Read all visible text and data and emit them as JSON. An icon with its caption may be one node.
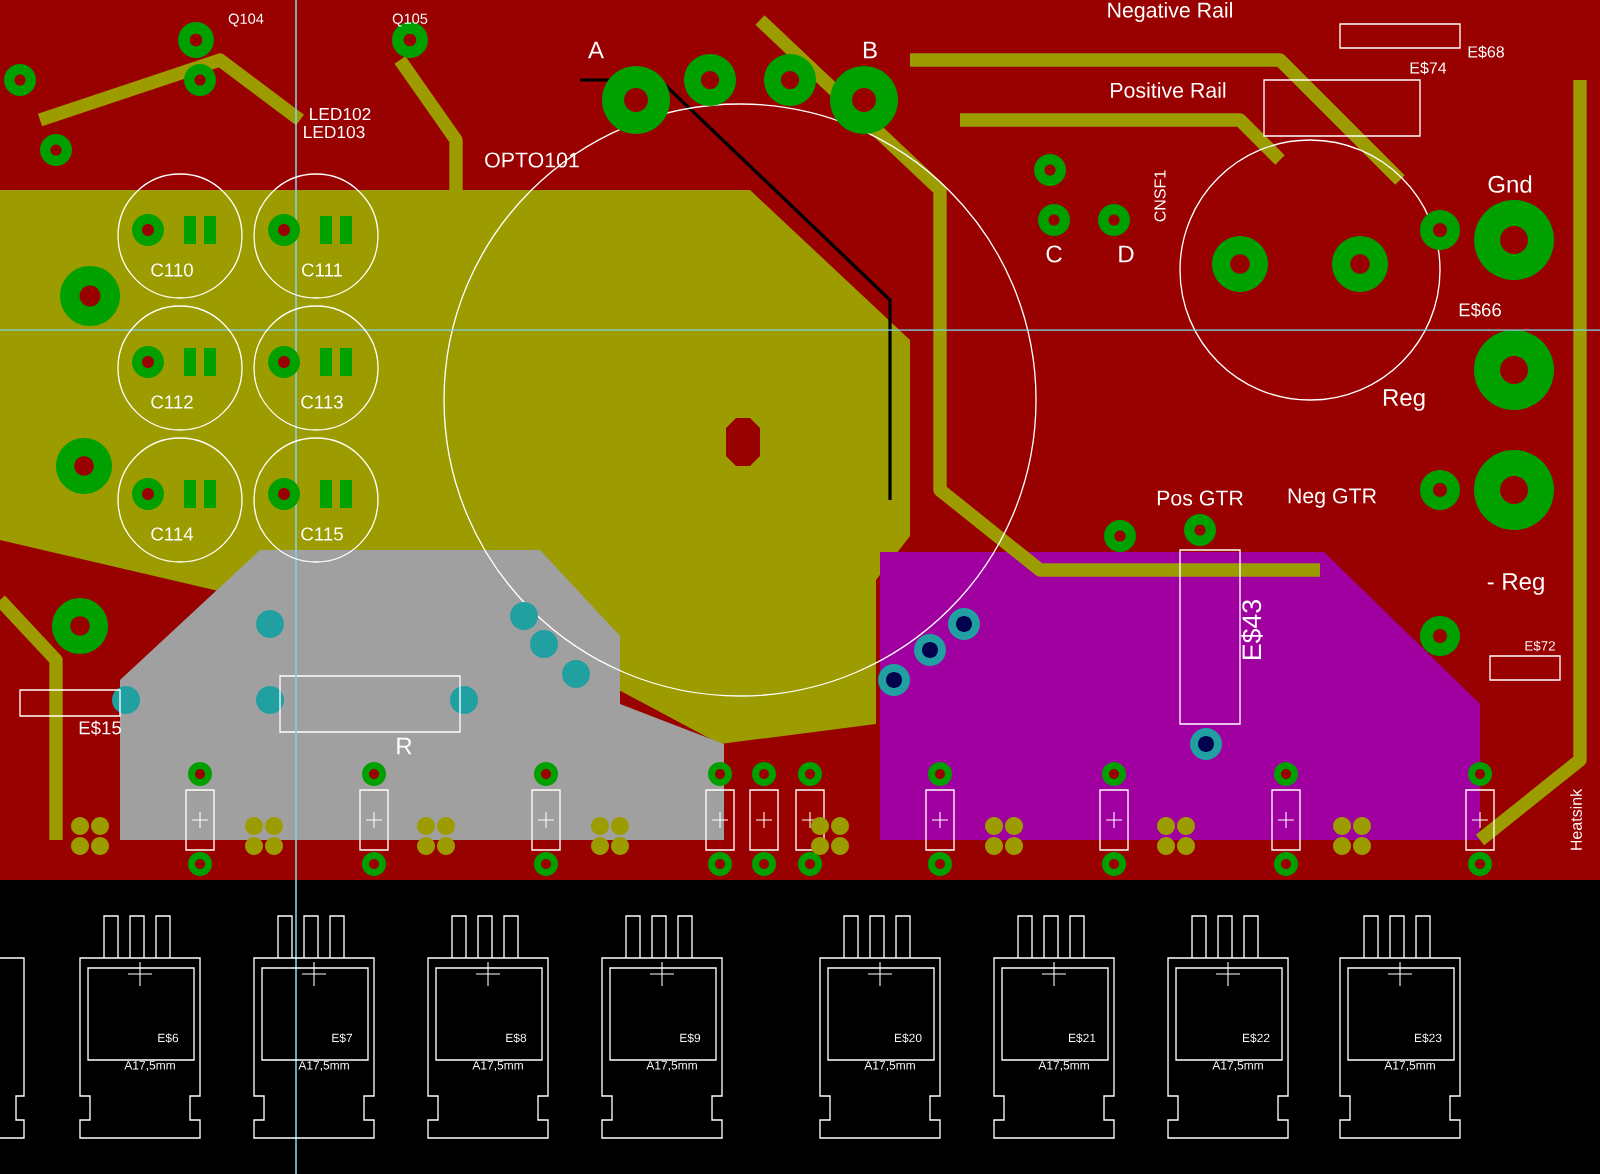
{
  "diagram": {
    "nodes": [
      {
        "text": [
          "C110"
        ]
      },
      {
        "text": [
          "C111"
        ]
      },
      {
        "text": [
          "C112"
        ]
      },
      {
        "text": [
          "C113"
        ]
      },
      {
        "text": [
          "C114"
        ]
      },
      {
        "text": [
          "C115"
        ]
      },
      {
        "text": [
          "E$6",
          "A17,5mm"
        ]
      },
      {
        "text": [
          "E$7",
          "A17,5mm"
        ]
      },
      {
        "text": [
          "E$8",
          "A17,5mm"
        ]
      },
      {
        "text": [
          "E$9",
          "A17,5mm"
        ]
      },
      {
        "text": [
          "E$20",
          "A17,5mm"
        ]
      },
      {
        "text": [
          "E$21",
          "A17,5mm"
        ]
      },
      {
        "text": [
          "E$22",
          "A17,5mm"
        ]
      },
      {
        "text": [
          "E$23",
          "A17,5mm"
        ]
      }
    ],
    "labels": [
      "Q104",
      "Q105",
      "LED102",
      "LED103",
      "OPTO101",
      "A",
      "B",
      "Negative Rail",
      "E$68",
      "E$74",
      "Positive Rail",
      "CNSF1",
      "Gnd",
      "C",
      "D",
      "E$66",
      "Reg",
      "Pos GTR",
      "Neg GTR",
      "- Reg",
      "E$43",
      "E$15",
      "E$72",
      "R",
      "Heatsink"
    ]
  }
}
